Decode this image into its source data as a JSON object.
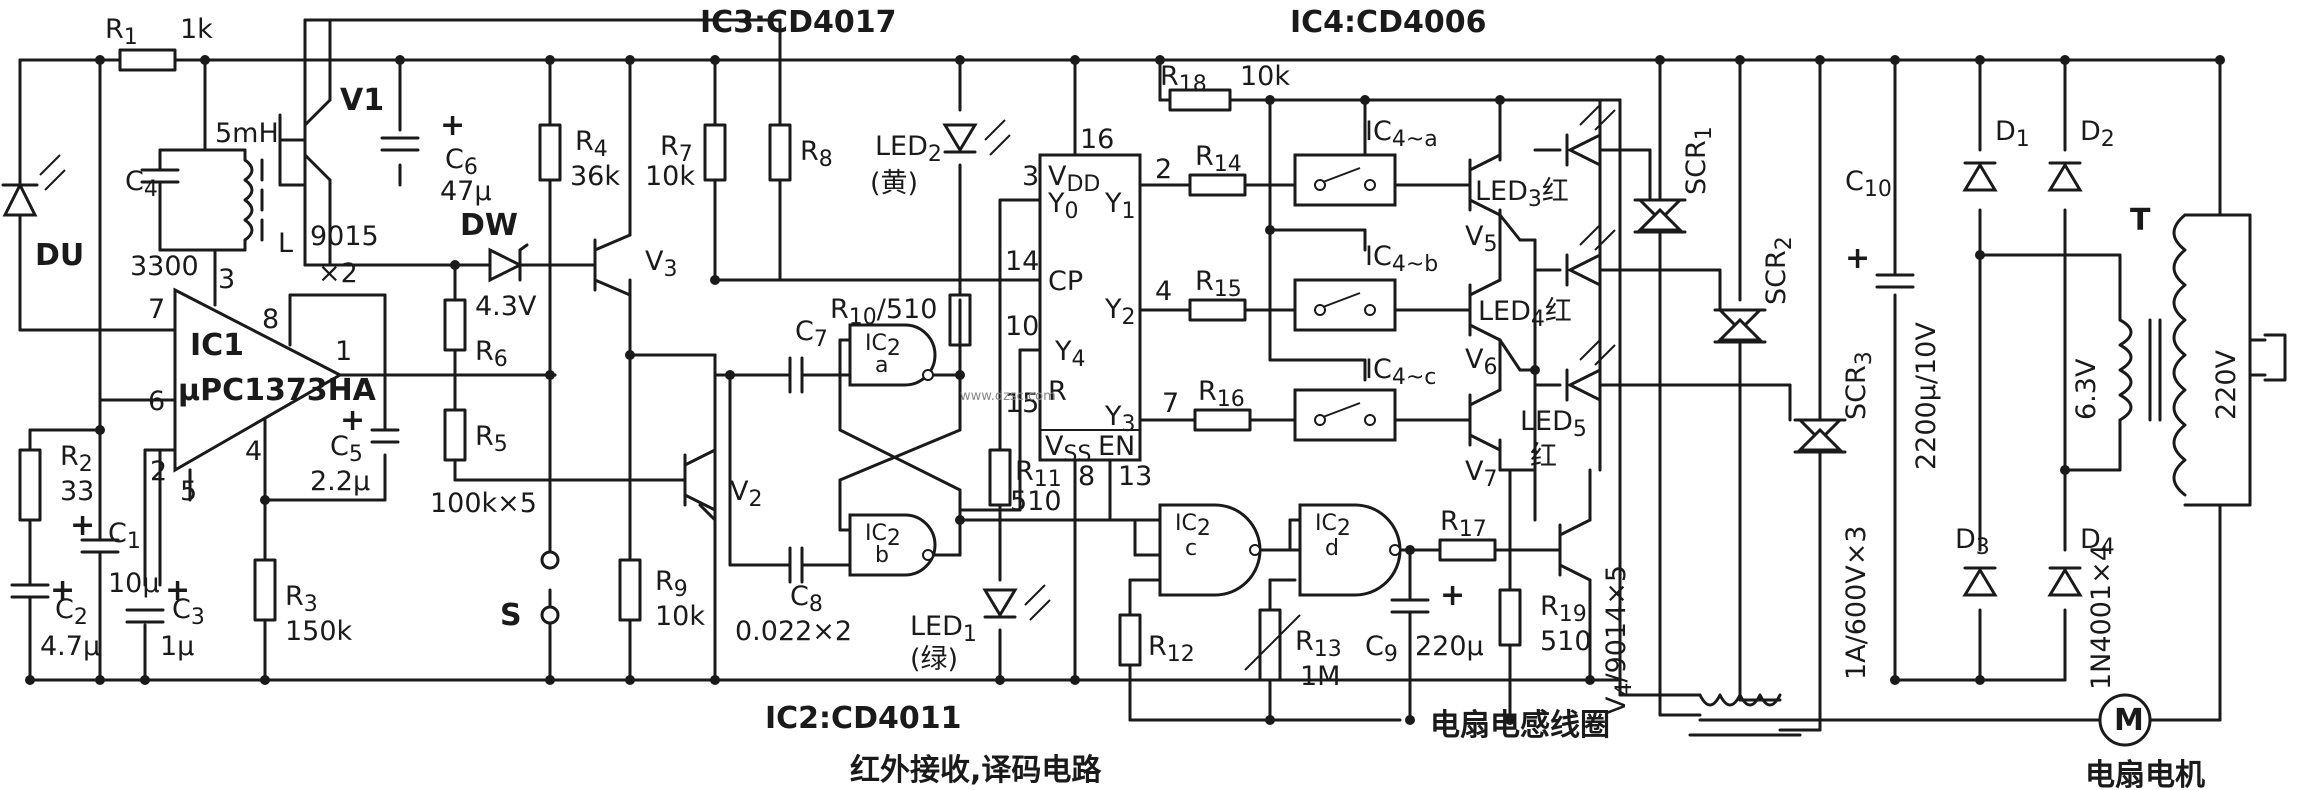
{
  "ic_titles": {
    "ic3": "IC3:CD4017",
    "ic4": "IC4:CD4006",
    "ic2": "IC2:CD4011"
  },
  "captions": {
    "ir_decode": "红外接收,译码电路",
    "coil": "电扇电感线圈",
    "motor": "电扇电机"
  },
  "components": {
    "r1": "R",
    "r1_sub": "1",
    "r1_val": "1k",
    "l_val": "5mH",
    "l": "L",
    "c4": "C",
    "c4_sub": "4",
    "c4_val": "3300",
    "du": "DU",
    "ic1": "IC1",
    "ic1_model": "μPC1373HA",
    "ic1_pin7": "7",
    "ic1_pin3": "3",
    "ic1_pin8": "8",
    "ic1_pin1": "1",
    "ic1_pin6": "6",
    "ic1_pin2": "2",
    "ic1_pin5": "5",
    "ic1_pin4": "4",
    "r2": "R",
    "r2_sub": "2",
    "r2_val": "33",
    "c1": "C",
    "c1_sub": "1",
    "c1_val": "10μ",
    "c2": "C",
    "c2_sub": "2",
    "c2_val": "4.7μ",
    "c3": "C",
    "c3_sub": "3",
    "c3_val": "1μ",
    "r3": "R",
    "r3_sub": "3",
    "r3_val": "150k",
    "c5": "C",
    "c5_sub": "5",
    "c5_val": "2.2μ",
    "v1": "V1",
    "v1_model": "9015",
    "v1_count": "×2",
    "c6": "C",
    "c6_sub": "6",
    "c6_val": "47μ",
    "dw": "DW",
    "dw_val": "4.3V",
    "r4": "R",
    "r4_sub": "4",
    "r4_val": "36k",
    "v3": "V",
    "v3_sub": "3",
    "r6": "R",
    "r6_sub": "6",
    "r5": "R",
    "r5_sub": "5",
    "r5_val": "100k×5",
    "v2": "V",
    "v2_sub": "2",
    "s": "S",
    "r9": "R",
    "r9_sub": "9",
    "r9_val": "10k",
    "r7": "R",
    "r7_sub": "7",
    "r7_val": "10k",
    "r8": "R",
    "r8_sub": "8",
    "led2": "LED",
    "led2_sub": "2",
    "led2_color": "(黄)",
    "c7": "C",
    "c7_sub": "7",
    "r10": "R",
    "r10_sub": "10",
    "r10_val": "/510",
    "ic2a": "IC",
    "ic2a_sub": "2",
    "ic2a_part": "a",
    "ic2b": "IC",
    "ic2b_sub": "2",
    "ic2b_part": "b",
    "c8": "C",
    "c8_sub": "8",
    "c8_val": "0.022×2",
    "led1": "LED",
    "led1_sub": "1",
    "led1_color": "(绿)",
    "r11": "R",
    "r11_sub": "11",
    "r11_val": "510",
    "ic3_pin16": "16",
    "ic3_pin3": "3",
    "ic3_vdd": "V",
    "ic3_vdd_sub": "DD",
    "ic3_y0": "Y",
    "ic3_y0_sub": "0",
    "ic3_y1": "Y",
    "ic3_y1_sub": "1",
    "ic3_pin14": "14",
    "ic3_cp": "CP",
    "ic3_y2": "Y",
    "ic3_y2_sub": "2",
    "ic3_pin10": "10",
    "ic3_y4": "Y",
    "ic3_y4_sub": "4",
    "ic3_pin15": "15",
    "ic3_r": "R",
    "ic3_y3": "Y",
    "ic3_y3_sub": "3",
    "ic3_vss": "V",
    "ic3_vss_sub": "SS",
    "ic3_en": "EN",
    "ic3_pin8": "8",
    "ic3_pin13": "13",
    "pin_2": "2",
    "pin_4": "4",
    "pin_7": "7",
    "r18": "R",
    "r18_sub": "18",
    "r18_val": "10k",
    "r14": "R",
    "r14_sub": "14",
    "r15": "R",
    "r15_sub": "15",
    "r16": "R",
    "r16_sub": "16",
    "ic4a": "IC",
    "ic4a_sub": "4~a",
    "ic4b": "IC",
    "ic4b_sub": "4~b",
    "ic4c": "IC",
    "ic4c_sub": "4~c",
    "led3": "LED",
    "led3_sub": "3",
    "led3_color": "红",
    "led4": "LED",
    "led4_sub": "4",
    "led4_color": "红",
    "led5": "LED",
    "led5_sub": "5",
    "led5_color": "红",
    "v5": "V",
    "v5_sub": "5",
    "v6": "V",
    "v6_sub": "6",
    "v7": "V",
    "v7_sub": "7",
    "ic2c": "IC",
    "ic2c_sub": "2",
    "ic2c_part": "c",
    "ic2d": "IC",
    "ic2d_sub": "2",
    "ic2d_part": "d",
    "r12": "R",
    "r12_sub": "12",
    "r13": "R",
    "r13_sub": "13",
    "r13_val": "1M",
    "c9": "C",
    "c9_sub": "9",
    "c9_val": "220μ",
    "r17": "R",
    "r17_sub": "17",
    "r19": "R",
    "r19_sub": "19",
    "r19_val": "510",
    "v4": "V",
    "v4_sub": "4",
    "v4_model": "/9014×5",
    "scr1": "SCR",
    "scr1_sub": "1",
    "scr2": "SCR",
    "scr2_sub": "2",
    "scr3": "SCR",
    "scr3_sub": "3",
    "scr_rating": "1A/600V×3",
    "c10": "C",
    "c10_sub": "10",
    "c10_val": "2200μ/10V",
    "d1": "D",
    "d1_sub": "1",
    "d2": "D",
    "d2_sub": "2",
    "d3": "D",
    "d3_sub": "3",
    "d4": "D",
    "d4_sub": "4",
    "d_model": "1N4001×4",
    "t": "T",
    "t_sec": "6.3V",
    "t_pri": "220V",
    "m": "M",
    "plus": "+"
  },
  "watermark": "www.dzsc.com"
}
